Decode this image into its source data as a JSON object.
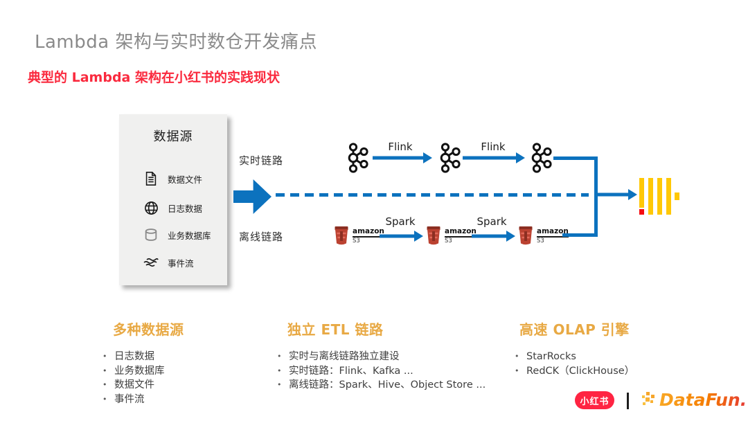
{
  "slide": {
    "title": "Lambda 架构与实时数仓开发痛点",
    "subtitle": "典型的 Lambda 架构在小红书的实践现状"
  },
  "colors": {
    "accent_blue": "#0C72BE",
    "title_gray": "#8A8A8A",
    "subtitle_red": "#FA2A3E",
    "heading_gold": "#E8A944",
    "body_text": "#3F3F3F",
    "clickhouse_yellow": "#FFC806",
    "clickhouse_red": "#F50C12",
    "s3_red": "#BB4231",
    "xiaohongshu_red": "#FF2442",
    "box_bg": "#F0F0EF"
  },
  "diagram": {
    "datasource_box": {
      "title": "数据源",
      "items": [
        {
          "icon": "document-icon",
          "label": "数据文件"
        },
        {
          "icon": "globe-icon",
          "label": "日志数据"
        },
        {
          "icon": "database-icon",
          "label": "业务数据库"
        },
        {
          "icon": "stream-icon",
          "label": "事件流"
        }
      ]
    },
    "realtime": {
      "label": "实时链路",
      "node_icon": "kafka-icon",
      "edge_labels": [
        "Flink",
        "Flink"
      ]
    },
    "offline": {
      "label": "离线链路",
      "node_icon": "amazon-s3-icon",
      "node_text": {
        "line1": "amazon",
        "line2": "S3"
      },
      "edge_labels": [
        "Spark",
        "Spark"
      ]
    },
    "sink": {
      "icon": "clickhouse-logo"
    }
  },
  "columns": [
    {
      "heading": "多种数据源",
      "bullets": [
        "日志数据",
        "业务数据库",
        "数据文件",
        "事件流"
      ]
    },
    {
      "heading": "独立 ETL 链路",
      "bullets": [
        "实时与离线链路独立建设",
        "实时链路：Flink、Kafka ...",
        "离线链路：Spark、Hive、Object Store ..."
      ]
    },
    {
      "heading": "高速 OLAP 引擎",
      "bullets": [
        "StarRocks",
        "RedCK（ClickHouse）"
      ]
    }
  ],
  "footer": {
    "xiaohongshu_label": "小红书",
    "separator_icon": "vertical-bar-separator",
    "datafun_label": "DataFun."
  }
}
